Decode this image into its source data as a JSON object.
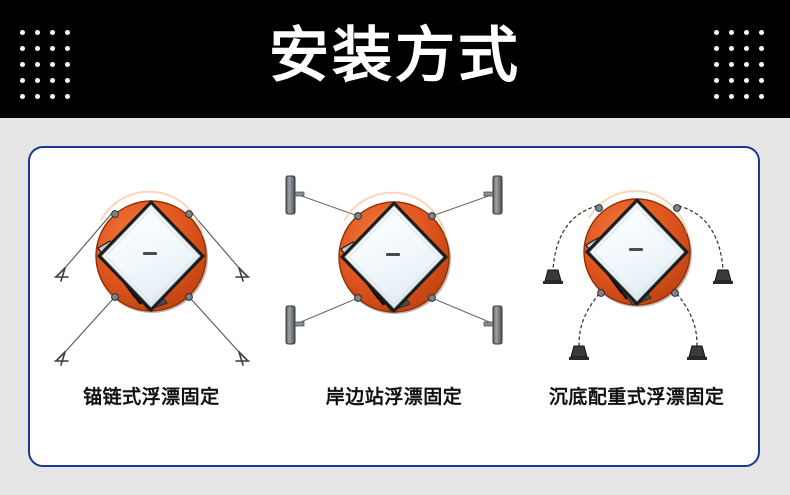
{
  "header": {
    "title": "安装方式",
    "background_color": "#000000",
    "text_color": "#ffffff",
    "dot_grid": {
      "columns": 4,
      "rows": 5,
      "dot_color": "#ffffff",
      "left_icon_name": "dot-grid-decoration",
      "right_icon_name": "dot-grid-decoration"
    }
  },
  "page": {
    "background_color": "#e5e5e5",
    "card_border_color": "#1a3a8f",
    "card_background_color": "#ffffff"
  },
  "colors": {
    "float_orange": "#e0551e",
    "float_orange_dark": "#b83f12",
    "panel_white": "#f5fbfd",
    "panel_frame": "#1c1c1c",
    "hardware_gray": "#6e7175",
    "line_gray": "#555555",
    "weight_dark": "#3a3a3a"
  },
  "diagrams": [
    {
      "id": "anchor-chain",
      "caption": "锚链式浮漂固定",
      "mooring_type": "anchor-chain",
      "anchor_count": 4,
      "line_style": "solid",
      "terminal_icon": "anchor-icon",
      "float_shape": "circle",
      "panel_shape": "diamond"
    },
    {
      "id": "shore-station",
      "caption": "岸边站浮漂固定",
      "mooring_type": "shore-post",
      "anchor_count": 4,
      "line_style": "solid",
      "terminal_icon": "post-pile-icon",
      "float_shape": "circle",
      "panel_shape": "diamond"
    },
    {
      "id": "bottom-ballast",
      "caption": "沉底配重式浮漂固定",
      "mooring_type": "bottom-weight",
      "anchor_count": 4,
      "line_style": "dotted-curve",
      "terminal_icon": "ballast-weight-icon",
      "float_shape": "circle",
      "panel_shape": "diamond"
    }
  ]
}
